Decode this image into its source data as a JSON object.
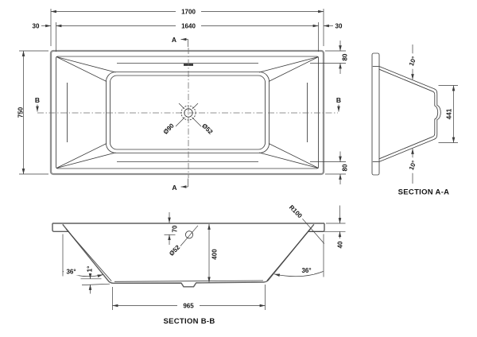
{
  "drawing": {
    "plan": {
      "dim_overall_length": "1700",
      "dim_opening_length": "1640",
      "dim_rim_left": "30",
      "dim_rim_right": "30",
      "dim_overall_width": "750",
      "dim_rim_top_right": "80",
      "dim_rim_bottom_right": "80",
      "drain_outer_dia": "Ø90",
      "drain_waste_dia": "Ø52",
      "cut_a_top": "A",
      "cut_a_bottom": "A",
      "cut_b_left": "B",
      "cut_b_right": "B"
    },
    "section_aa": {
      "title": "SECTION A-A",
      "wall_angle_top": "10°",
      "wall_angle_bottom": "10°",
      "dim_floor_width": "441"
    },
    "section_bb": {
      "title": "SECTION B-B",
      "dim_drain_offset": "70",
      "drain_dia": "Ø52",
      "dim_depth": "400",
      "rim_radius": "R100",
      "dim_rim_height": "40",
      "wall_angle_left": "36°",
      "wall_angle_right": "36°",
      "floor_slope": "1°",
      "dim_floor_length": "965"
    }
  },
  "colors": {
    "line": "#3c3c3c",
    "outer_wall": "#8f8f8f",
    "background": "#ffffff",
    "text": "#141414"
  }
}
